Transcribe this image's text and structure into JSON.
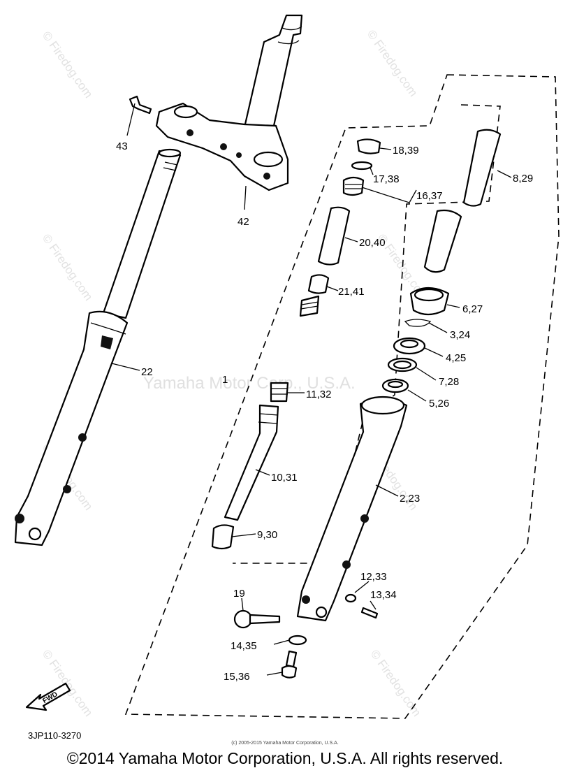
{
  "watermarks": {
    "site": "© Firedog.com",
    "center": "Yamaha Motor Corp., U.S.A."
  },
  "labels": {
    "p43": "43",
    "p42": "42",
    "p22": "22",
    "p18_39": "18,39",
    "p17_38": "17,38",
    "p16_37": "16,37",
    "p8_29": "8,29",
    "p20_40": "20,40",
    "p21_41": "21,41",
    "p6_27": "6,27",
    "p3_24": "3,24",
    "p4_25": "4,25",
    "p7_28": "7,28",
    "p5_26": "5,26",
    "p1": "1",
    "p11_32": "11,32",
    "p10_31": "10,31",
    "p2_23": "2,23",
    "p9_30": "9,30",
    "p12_33": "12,33",
    "p13_34": "13,34",
    "p19": "19",
    "p14_35": "14,35",
    "p15_36": "15,36"
  },
  "fwd_label": "FWD",
  "diagram_code": "3JP110-3270",
  "footer_small": "(c) 2005-2015 Yamaha Motor Corporation, U.S.A.",
  "footer_copyright": "©2014 Yamaha Motor Corporation, U.S.A. All rights reserved."
}
